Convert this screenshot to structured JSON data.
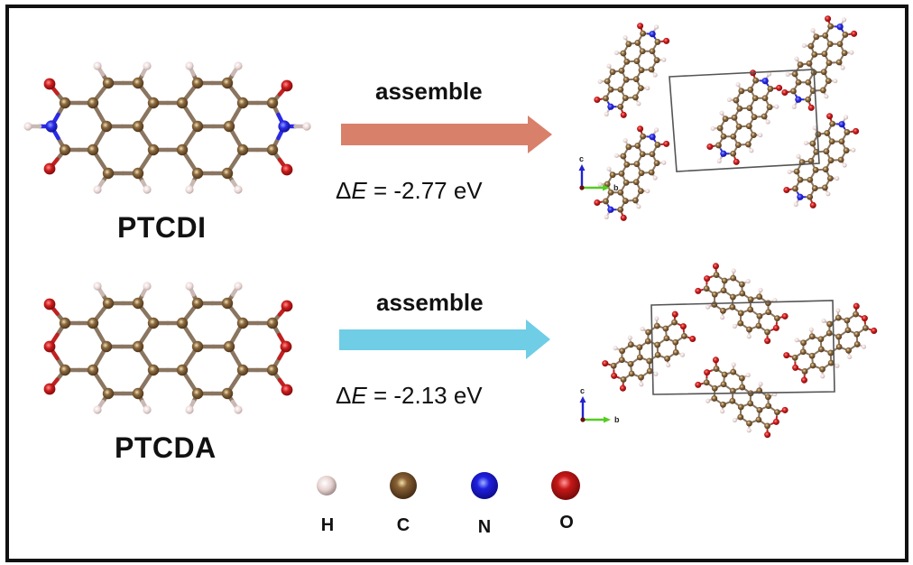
{
  "figure": {
    "rows": [
      {
        "id": "ptcdi",
        "molecule_name": "PTCDI",
        "process_label": "assemble",
        "delta_e": {
          "symbol": "Δ",
          "variable": "E",
          "equals": " = ",
          "value": "-2.77",
          "unit": " eV"
        },
        "arrow_color": "#D9806A",
        "has_nitrogen": true,
        "axes": {
          "vertical": "c",
          "horizontal": "b"
        }
      },
      {
        "id": "ptcda",
        "molecule_name": "PTCDA",
        "process_label": "assemble",
        "delta_e": {
          "symbol": "Δ",
          "variable": "E",
          "equals": " = ",
          "value": "-2.13",
          "unit": " eV"
        },
        "arrow_color": "#6FCDE6",
        "has_nitrogen": false,
        "axes": {
          "vertical": "c",
          "horizontal": "b"
        }
      }
    ],
    "legend": [
      {
        "element": "H",
        "color": "#E8D4D2",
        "name": "hydrogen-atom"
      },
      {
        "element": "C",
        "color": "#6B4A28",
        "name": "carbon-atom"
      },
      {
        "element": "N",
        "color": "#1E1ED8",
        "name": "nitrogen-atom"
      },
      {
        "element": "O",
        "color": "#C01818",
        "name": "oxygen-atom"
      }
    ],
    "colors": {
      "bond": "#8A7560",
      "unit_cell": "#555555",
      "axis_c": "#2222CC",
      "axis_b": "#55CC22"
    }
  }
}
